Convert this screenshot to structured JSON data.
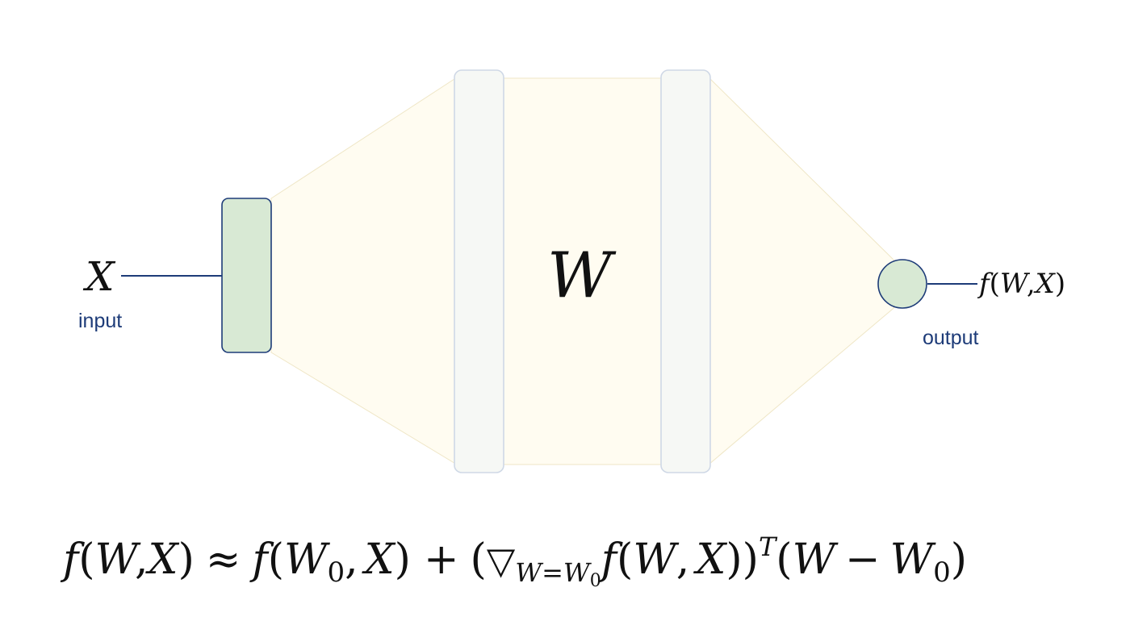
{
  "diagram": {
    "input_symbol": "X",
    "input_label": "input",
    "weights_symbol": "W",
    "output_expression": {
      "func": "f",
      "open": "(",
      "arg1": "W",
      "comma": ",",
      "arg2": "X",
      "close": ")"
    },
    "output_label": "output"
  },
  "equation": {
    "lhs_f": "f",
    "lhs_open": "(",
    "lhs_w": "W",
    "lhs_comma": ",",
    "lhs_x": "X",
    "lhs_close": ")",
    "approx": "≈",
    "t1_f": "f",
    "t1_open": "(",
    "t1_w": "W",
    "t1_sub": "0",
    "t1_comma": ",",
    "t1_x": "X",
    "t1_close": ")",
    "plus": "+",
    "paren_open": "(",
    "nabla": "▽",
    "nabla_sub_w": "W",
    "nabla_sub_eq": "=",
    "nabla_sub_w0": "W",
    "nabla_sub_w0_sub": "0",
    "g_f": "f",
    "g_open": "(",
    "g_w": "W",
    "g_comma": ",",
    "g_x": "X",
    "g_close": ")",
    "paren_close": ")",
    "transpose": "T",
    "d_open": "(",
    "d_w": "W",
    "d_minus": "−",
    "d_w0": "W",
    "d_sub": "0",
    "d_close": ")"
  },
  "colors": {
    "node_fill": "#d8e9d4",
    "node_stroke": "#1d3b78",
    "layer_fill": "#f6f8f5",
    "layer_stroke": "#cfd8e6",
    "fan_fill": "#fffcf1",
    "fan_stroke": "#efe6c6",
    "label_color": "#1d3b78"
  }
}
